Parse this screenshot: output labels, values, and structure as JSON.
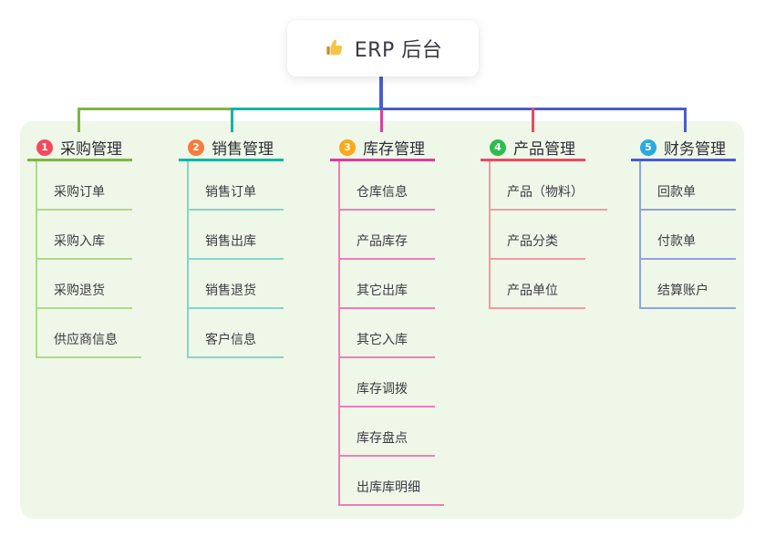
{
  "page": {
    "background": "#ffffff",
    "panel_background": "#eef7e8"
  },
  "root_node": {
    "icon": "thumbs-up-icon",
    "label": "ERP 后台",
    "connector_color": "#4a5cd0"
  },
  "branches": [
    {
      "badge": "1",
      "title": "采购管理",
      "badge_color": "#f5485e",
      "line_color": "#7db642",
      "child_line_color": "#b3d88a",
      "children": [
        "采购订单",
        "采购入库",
        "采购退货",
        "供应商信息"
      ]
    },
    {
      "badge": "2",
      "title": "销售管理",
      "badge_color": "#f87b3b",
      "line_color": "#12b5a3",
      "child_line_color": "#86d6c9",
      "children": [
        "销售订单",
        "销售出库",
        "销售退货",
        "客户信息"
      ]
    },
    {
      "badge": "3",
      "title": "库存管理",
      "badge_color": "#fba819",
      "line_color": "#dd3d98",
      "child_line_color": "#f07cba",
      "children": [
        "仓库信息",
        "产品库存",
        "其它出库",
        "其它入库",
        "库存调拨",
        "库存盘点",
        "出库库明细"
      ]
    },
    {
      "badge": "4",
      "title": "产品管理",
      "badge_color": "#2dbd4e",
      "line_color": "#f1485e",
      "child_line_color": "#f59aa1",
      "children": [
        "产品（物料）",
        "产品分类",
        "产品单位"
      ]
    },
    {
      "badge": "5",
      "title": "财务管理",
      "badge_color": "#2ba9e0",
      "line_color": "#4a5cd0",
      "child_line_color": "#8fa3de",
      "children": [
        "回款单",
        "付款单",
        "结算账户"
      ]
    }
  ]
}
